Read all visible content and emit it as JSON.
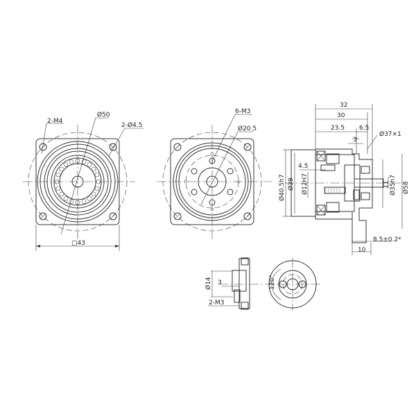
{
  "drawing": {
    "views": {
      "front_left": {
        "labels": {
          "m4": "2-M4",
          "d50": "Ø50",
          "d45": "2-Ø4.5",
          "sq43": "□43"
        }
      },
      "front_right": {
        "labels": {
          "m3": "6-M3",
          "d205": "Ø20.5"
        }
      },
      "side_section": {
        "labels": {
          "l32": "32",
          "l30": "30",
          "l235": "23.5",
          "l65": "6.5",
          "l3": "3",
          "d37": "Ø37×1",
          "d405": "Ø40.5h7",
          "d39": "Ø39",
          "l45": "4.5",
          "d12": "Ø12H7",
          "l11": "11",
          "d35": "Ø35h7",
          "d58": "Ø58",
          "l85": "8.5±0.2*",
          "l10": "10"
        }
      },
      "detail_hub": {
        "labels": {
          "d14": "Ø14",
          "l3": "3",
          "m3": "2-M3"
        }
      },
      "detail_hub_front": {
        "labels": {
          "a120": "120°"
        }
      }
    },
    "colors": {
      "line": "#333333",
      "background": "#ffffff"
    }
  }
}
